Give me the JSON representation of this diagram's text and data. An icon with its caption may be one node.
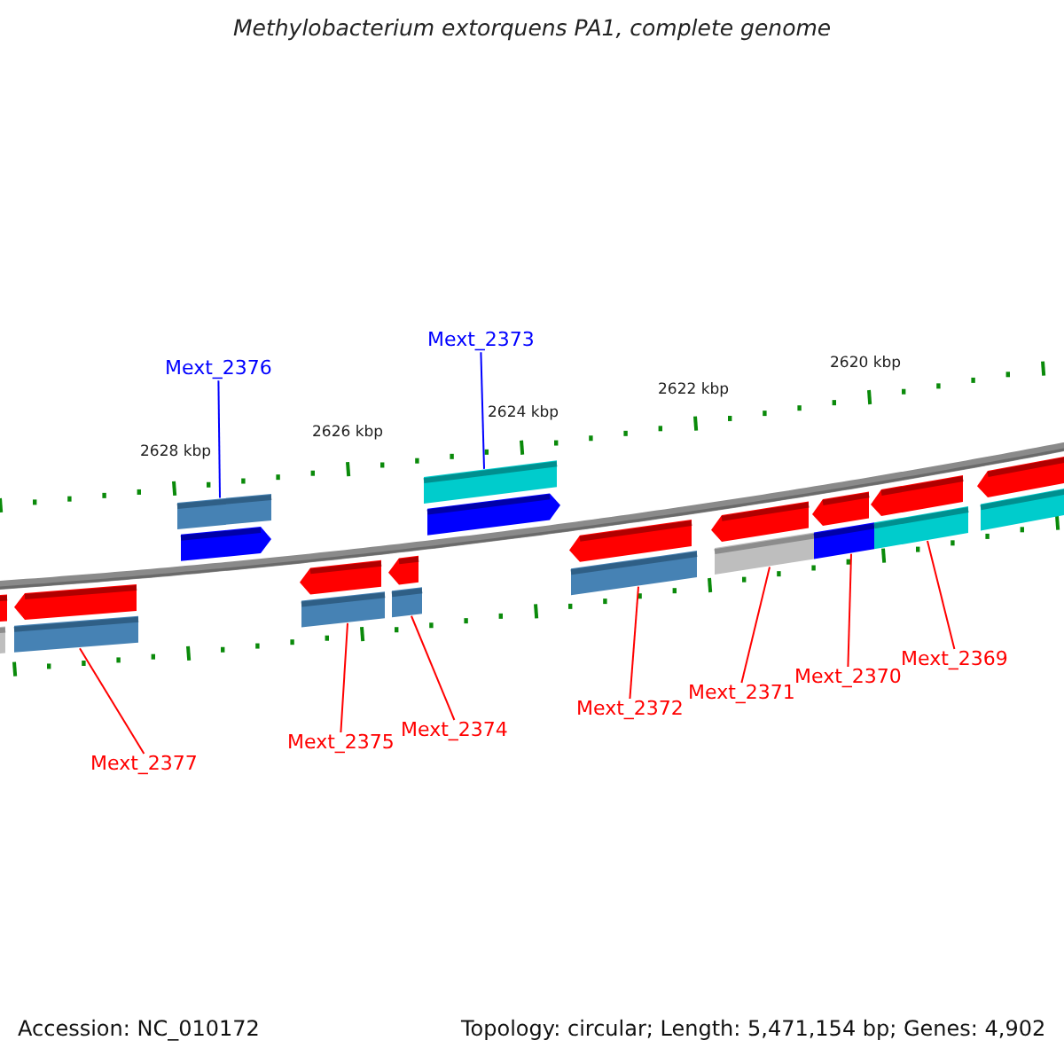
{
  "diagram": {
    "title": "Methylobacterium extorquens PA1, complete genome",
    "nodes": [
      {
        "text": [],
        "shape": "bar"
      },
      {
        "text": [],
        "shape": "bar"
      },
      {
        "text": [],
        "shape": "bar"
      },
      {
        "text": [],
        "shape": "bar"
      },
      {
        "text": [],
        "shape": "bar"
      },
      {
        "text": [],
        "shape": "bar"
      },
      {
        "text": [],
        "shape": "bar"
      },
      {
        "text": [],
        "shape": "bar"
      },
      {
        "text": [],
        "shape": "bar"
      },
      {
        "text": [],
        "shape": "bar"
      },
      {
        "text": [],
        "shape": "bar"
      },
      {
        "text": [],
        "shape": "bar"
      },
      {
        "text": [],
        "shape": "bar"
      },
      {
        "text": [],
        "shape": "bar"
      },
      {
        "text": [],
        "shape": "bar"
      },
      {
        "text": [],
        "shape": "bar"
      },
      {
        "text": [],
        "shape": "bar"
      },
      {
        "text": [],
        "shape": "bar"
      },
      {
        "text": [],
        "shape": "bar"
      },
      {
        "text": [],
        "shape": "bar"
      },
      {
        "text": [],
        "shape": "bar"
      },
      {
        "text": [],
        "shape": "bar"
      },
      {
        "text": [
          "Mext_2373"
        ]
      },
      {
        "text": [
          "Mext_2376"
        ]
      },
      {
        "text": [
          "Mext_2369"
        ]
      },
      {
        "text": [
          "Mext_2370"
        ]
      },
      {
        "text": [
          "Mext_2371"
        ]
      },
      {
        "text": [
          "Mext_2372"
        ]
      },
      {
        "text": [
          "Mext_2374"
        ]
      },
      {
        "text": [
          "Mext_2375"
        ]
      },
      {
        "text": [
          "Mext_2377"
        ]
      }
    ],
    "edges": [
      {
        "from": 22,
        "to": 10,
        "arrow": "none",
        "color": "#0000ff"
      },
      {
        "from": 23,
        "to": 4,
        "arrow": "none",
        "color": "#0000ff"
      },
      {
        "from": 24,
        "to": 19,
        "arrow": "none"
      },
      {
        "from": 25,
        "to": 17,
        "arrow": "none"
      },
      {
        "from": 26,
        "to": 15,
        "arrow": "none"
      },
      {
        "from": 27,
        "to": 13,
        "arrow": "none"
      },
      {
        "from": 28,
        "to": 9,
        "arrow": "none"
      },
      {
        "from": 29,
        "to": 7,
        "arrow": "none"
      },
      {
        "from": 30,
        "to": 3,
        "arrow": "none"
      }
    ],
    "labels": [
      "2620 kbp",
      "2622 kbp",
      "2624 kbp",
      "2626 kbp",
      "2628 kbp",
      "Accession: NC_010172",
      "Topology: circular; Length: 5,471,154 bp; Genes: 4,902"
    ]
  }
}
